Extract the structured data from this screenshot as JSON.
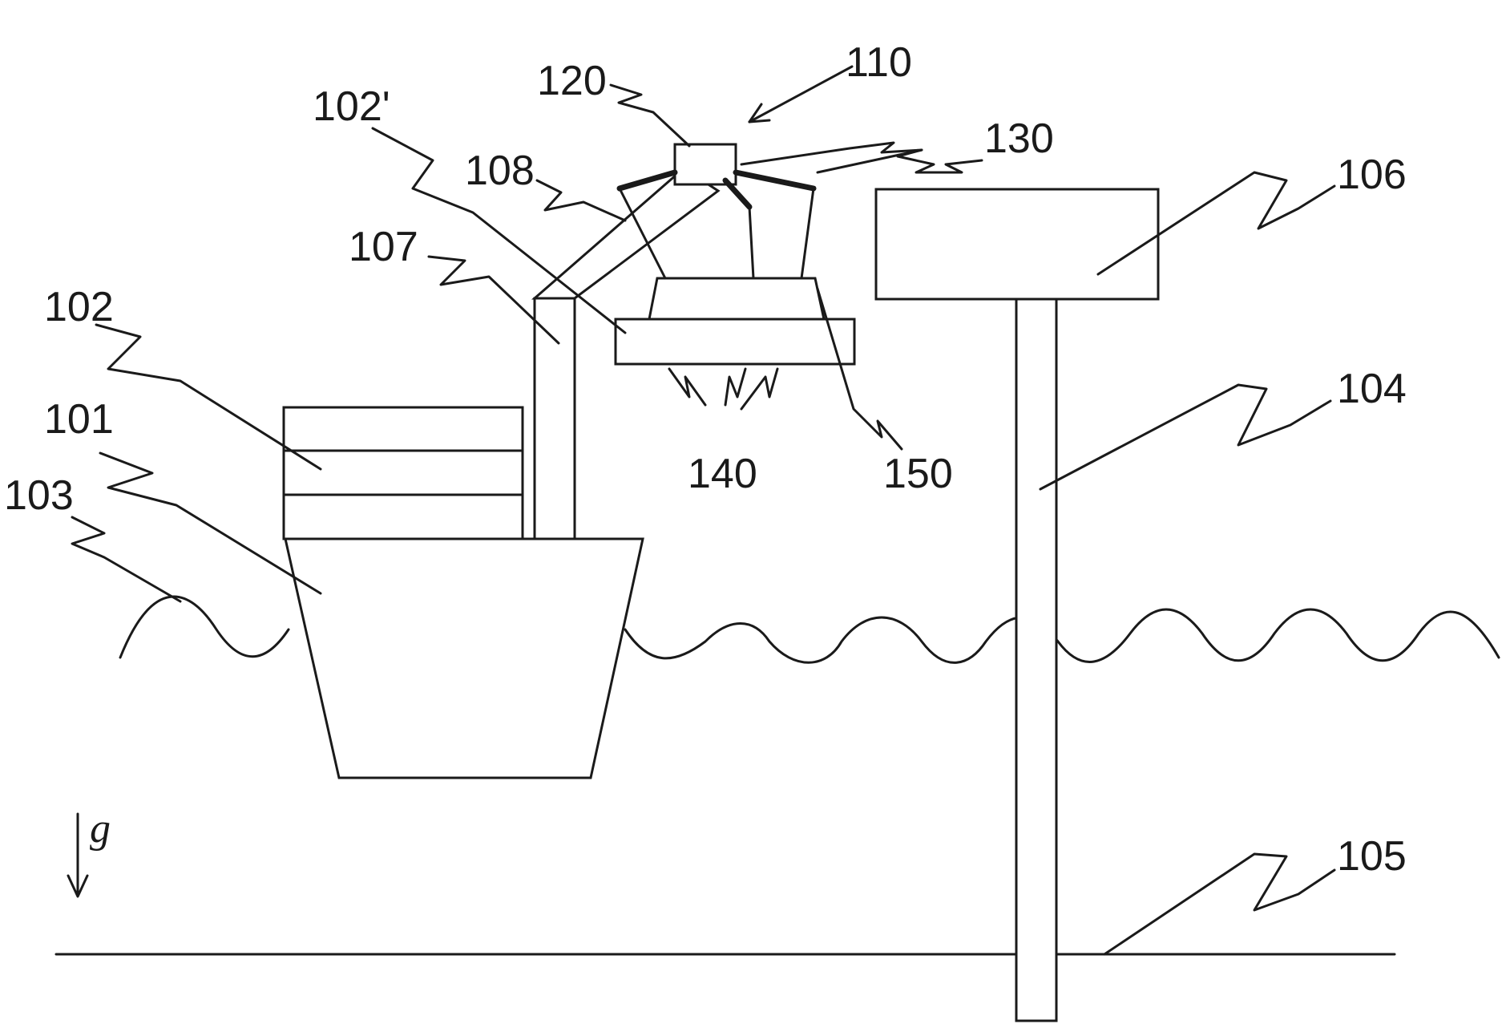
{
  "labels": {
    "l110": "110",
    "l120": "120",
    "l130": "130",
    "l102p": "102'",
    "l108": "108",
    "l106": "106",
    "l107": "107",
    "l102": "102",
    "l101": "101",
    "l103": "103",
    "l140": "140",
    "l150": "150",
    "l104": "104",
    "l105": "105",
    "g": "g"
  }
}
